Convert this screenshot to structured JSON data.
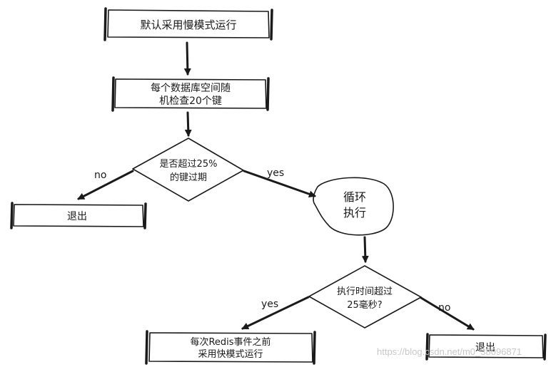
{
  "nodes": {
    "start": "默认采用慢模式运行",
    "check_line1": "每个数据库空间随",
    "check_line2": "机检查20个键",
    "decision1_line1": "是否超过25%",
    "decision1_line2": "的键过期",
    "exit1": "退出",
    "loop_line1": "循环",
    "loop_line2": "执行",
    "decision2_line1": "执行时间超过",
    "decision2_line2": "25毫秒?",
    "fast_line1": "每次Redis事件之前",
    "fast_line2": "采用快模式运行",
    "exit2": "退出"
  },
  "edges": {
    "d1_no": "no",
    "d1_yes": "yes",
    "d2_yes": "yes",
    "d2_no": "no"
  },
  "watermark": "https://blog.csdn.net/m0_38096871",
  "colors": {
    "line": "#1a1a1a",
    "watermark": "#c8c8c8"
  }
}
